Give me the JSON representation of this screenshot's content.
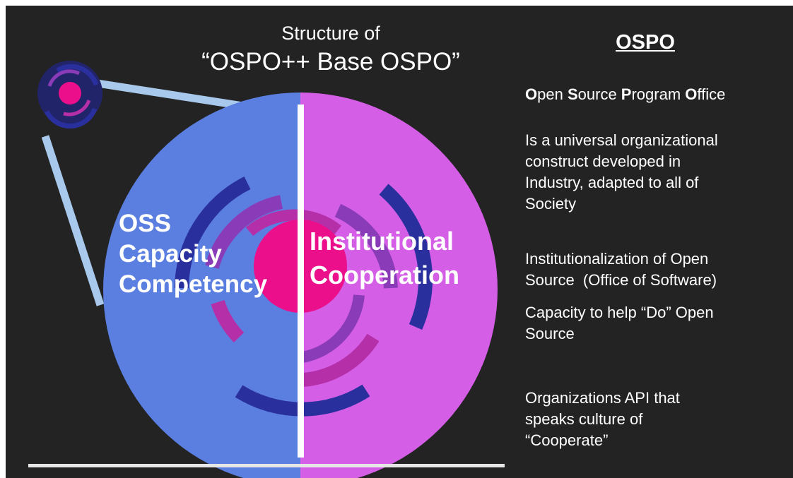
{
  "slide": {
    "title_line_1": "Structure of",
    "title_line_2": "“OSPO++ Base OSPO”"
  },
  "diagram": {
    "left_half_label_lines": [
      "OSS",
      "Capacity",
      "Competency"
    ],
    "right_half_label_lines": [
      "Institutional",
      "Cooperation"
    ],
    "colors": {
      "background": "#232323",
      "left_half": "#5b7fe0",
      "right_half": "#d45ee6",
      "core": "#ec0f8c",
      "ring_dark_blue": "#2a2f9e",
      "ring_purple": "#8a3bb8",
      "ring_magenta": "#b52fa8",
      "connector": "#a9c9ec",
      "divider": "#ffffff"
    }
  },
  "side_panel": {
    "heading": "OSPO",
    "definition": {
      "parts": [
        {
          "initial": "O",
          "rest": "pen "
        },
        {
          "initial": "S",
          "rest": "ource "
        },
        {
          "initial": "P",
          "rest": "rogram "
        },
        {
          "initial": "O",
          "rest": "ffice"
        }
      ]
    },
    "paragraphs": [
      [
        "Is a universal organizational",
        "construct developed in",
        "Industry, adapted to all of",
        "Society"
      ],
      [
        "Institutionalization of Open",
        "Source  (Office of Software)"
      ],
      [
        "Capacity to help “Do” Open",
        "Source"
      ],
      [
        "Organizations API that",
        "speaks culture of",
        "“Cooperate”"
      ]
    ]
  }
}
